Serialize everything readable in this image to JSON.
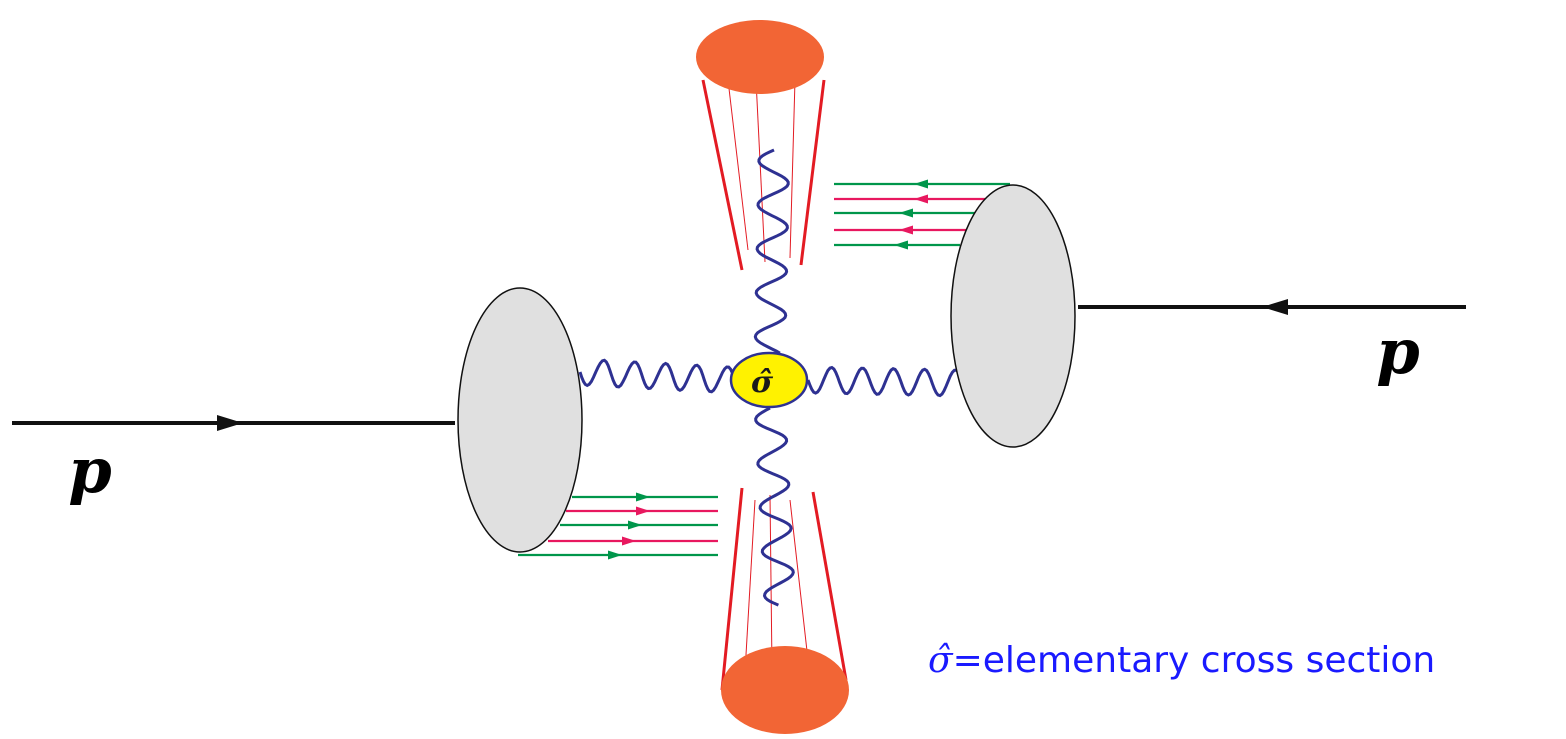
{
  "labels": {
    "proton_left": "p",
    "proton_right": "p",
    "sigma_hat": "σ̂"
  },
  "caption": {
    "symbol": "σ̂",
    "equals": "=",
    "text": "elementary cross section"
  },
  "colors": {
    "beam": "#111111",
    "proton_blob_fill": "#e0e0e0",
    "proton_blob_stroke": "#111111",
    "jet_blob": "#f26535",
    "jet_lines": "#e31b23",
    "gluon": "#2e3192",
    "vertex_fill": "#fff200",
    "vertex_stroke": "#2e3192",
    "quark_green": "#00964b",
    "quark_red": "#e8185f",
    "caption": "#1a1aff"
  }
}
